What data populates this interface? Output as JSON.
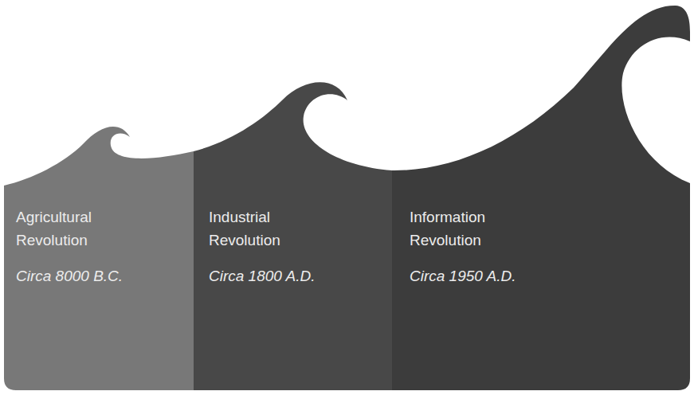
{
  "diagram": {
    "nodes": [
      {
        "text": [
          "Agricultural Revolution",
          "Circa 8000 B.C."
        ]
      },
      {
        "text": [
          "Industrial Revolution",
          "Circa 1800 A.D."
        ]
      },
      {
        "text": [
          "Information Revolution",
          "Circa 1950 A.D."
        ]
      }
    ]
  }
}
